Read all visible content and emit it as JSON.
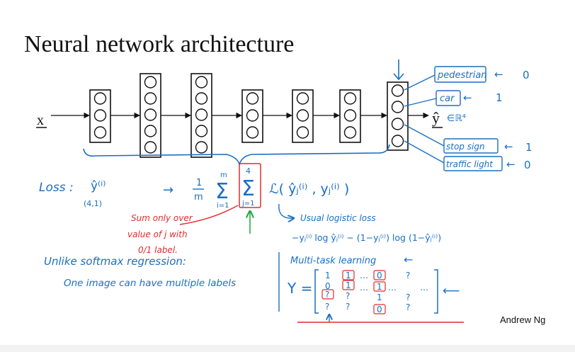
{
  "slide": {
    "title": "Neural network architecture",
    "author": "Andrew Ng"
  },
  "network": {
    "input_label": "x",
    "output_label": "ŷ",
    "output_space": "∈ℝ⁴",
    "layer_node_counts": [
      3,
      5,
      5,
      3,
      3,
      3,
      4
    ]
  },
  "output_labels": [
    {
      "text": "pedestrian",
      "value": "0"
    },
    {
      "text": "car",
      "value": "1"
    },
    {
      "text": "stop sign",
      "value": "1"
    },
    {
      "text": "traffic light",
      "value": "0"
    }
  ],
  "loss": {
    "label": "Loss :",
    "yhat": "ŷ⁽ⁱ⁾",
    "dim": "(4,1)",
    "arrow": "→",
    "frac_num": "1",
    "frac_den": "m",
    "sum_outer_top": "m",
    "sum_outer_bot": "i=1",
    "sum_inner_top": "4",
    "sum_inner_bot": "j=1",
    "L_term": "ℒ( ŷⱼ⁽ⁱ⁾ , yⱼ⁽ⁱ⁾ )",
    "note_red": [
      "Sum only over",
      "value of j with",
      "0/1 label."
    ],
    "usual": "Usual logistic loss",
    "logistic": "−yⱼ⁽ⁱ⁾ log ŷⱼ⁽ⁱ⁾ − (1−yⱼ⁽ⁱ⁾) log (1−ŷⱼ⁽ⁱ⁾)"
  },
  "notes": {
    "unlike": "Unlike softmax regression:",
    "one_image": "One image can have multiple labels",
    "multitask": "Multi-task learning",
    "Y_label": "Y =",
    "matrix_rows": [
      [
        "1",
        "1",
        "…",
        "0",
        "?",
        "…"
      ],
      [
        "0",
        "1",
        "…",
        "1",
        "…",
        "…"
      ],
      [
        "?",
        "?",
        "…",
        "1",
        "?",
        "…"
      ],
      [
        "?",
        "?",
        "…",
        "0",
        "?",
        "…"
      ]
    ]
  }
}
